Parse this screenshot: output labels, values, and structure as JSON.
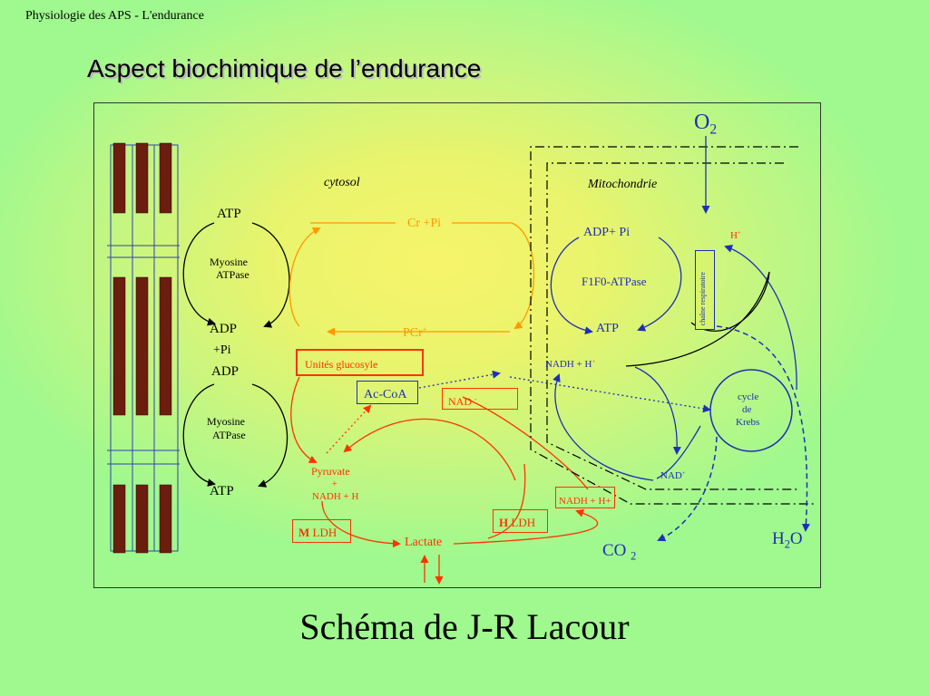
{
  "slide": {
    "header": "Physiologie des APS - L'endurance",
    "title": "Aspect biochimique de l’endurance",
    "caption": "Schéma de J-R Lacour"
  },
  "colors": {
    "orange": "#ff9900",
    "red": "#ff3300",
    "blue": "#1f2fb5",
    "fiber": "#6b1d0e",
    "black": "#000000"
  },
  "labels": {
    "cytosol": "cytosol",
    "mitochondrie": "Mitochondrie",
    "atp_top": "ATP",
    "myosine_atpase_1": "Myosine",
    "myosine_atpase_1b": "ATPase",
    "adp_1": "ADP",
    "pi_1": "+Pi",
    "adp_2": "ADP",
    "myosine_atpase_2": "Myosine",
    "myosine_atpase_2b": "ATPase",
    "atp_bottom": "ATP",
    "cr_pi": "Cr +Pi",
    "pcr": "PCr",
    "pcr_sup": "+",
    "unites_glucosyle": "Unités glucosyle",
    "ac_coa": "Ac-CoA",
    "nad_box": "NAD",
    "nad_box_sup": "-",
    "pyruvate": "Pyruvate",
    "pyruvate_plus": "+",
    "pyruvate_nadh": "NADH + H",
    "m_ldh_bold": "M",
    "m_ldh": " LDH",
    "h_ldh_bold": "H",
    "h_ldh": " LDH",
    "lactate": "Lactate",
    "nadh_h_box": "NADH + H+",
    "adp_pi_mito": "ADP+ Pi",
    "f1f0": "F1F0-ATPase",
    "atp_mito": "ATP",
    "h_plus": "H",
    "h_plus_sup": "+",
    "chaine_resp": "chaîne respiratoire",
    "nadh_mito": "NADH + H",
    "nadh_mito_sup": "+",
    "nad_plus": "NAD",
    "nad_plus_sup": "+",
    "cycle": "cycle",
    "de": "de",
    "krebs": "Krebs",
    "o": "O",
    "o_sub": "2",
    "h2o_h": "H",
    "h2o_sub": "2",
    "h2o_o": "O",
    "co2": "CO",
    "co2_sub": "2"
  }
}
